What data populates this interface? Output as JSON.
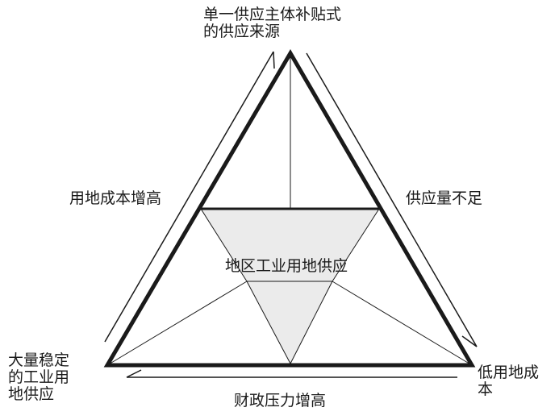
{
  "diagram": {
    "top_vertex": "单一供应主体补贴式\n的供应来源",
    "bottom_left_vertex": "大量稳定\n的工业用\n地供应",
    "bottom_right_vertex": "低用地成\n本",
    "left_edge": "用地成本增高",
    "right_edge": "供应量不足",
    "bottom_edge": "财政压力增高",
    "center": "地区工业用地供应",
    "colors": {
      "stroke": "#1a1a1a",
      "fill": "#ebebeb",
      "background": "#ffffff"
    }
  }
}
